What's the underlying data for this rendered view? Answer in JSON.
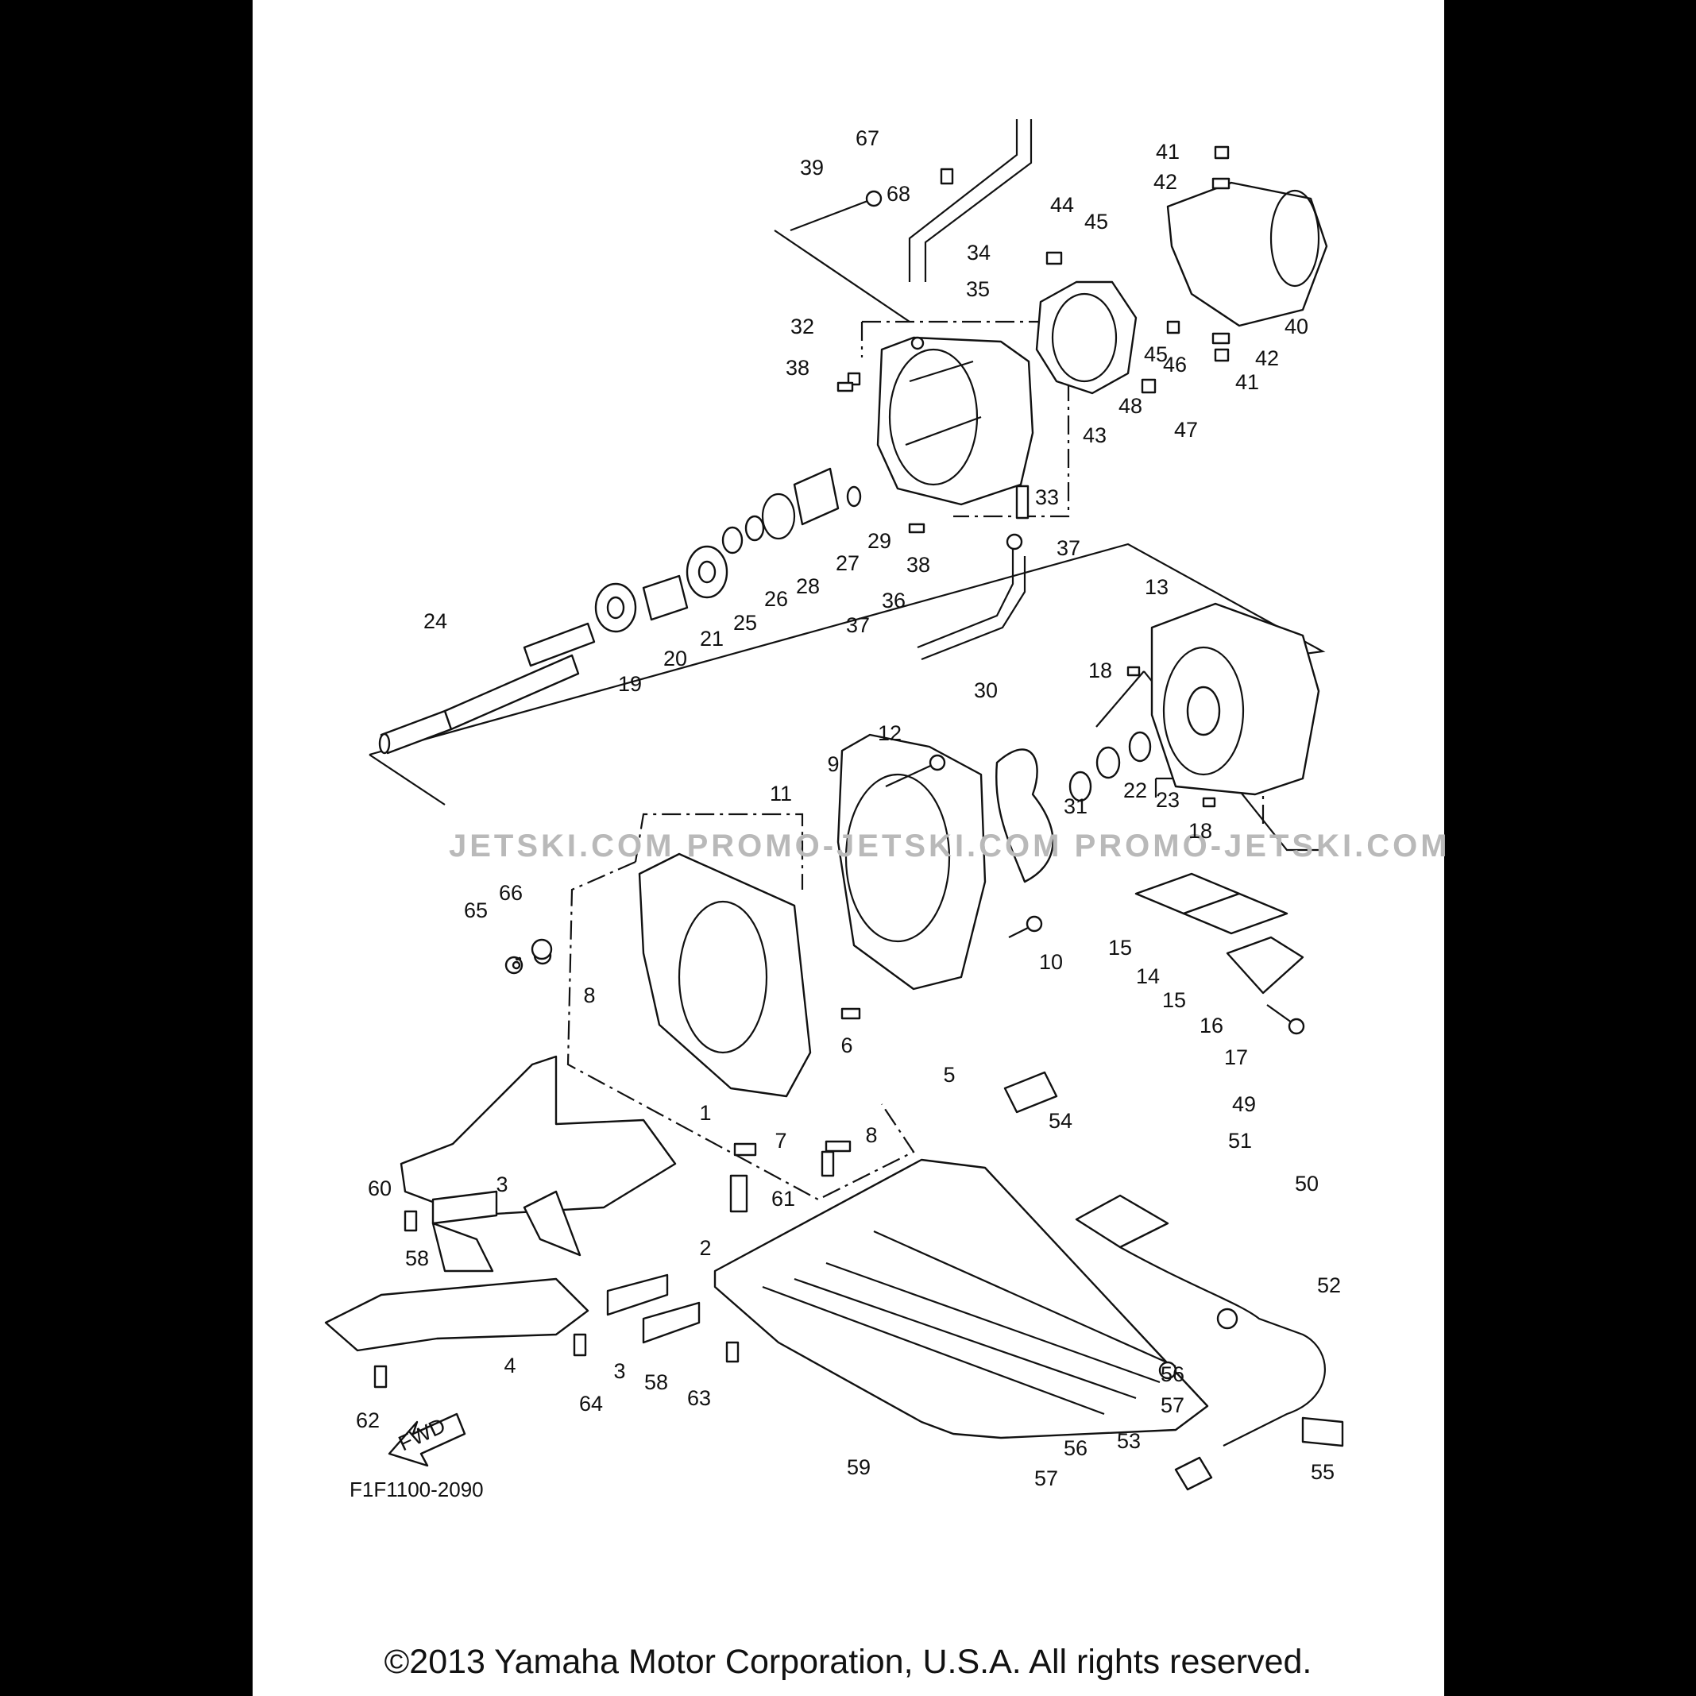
{
  "diagram": {
    "drawing_code": "F1F1100-2090",
    "direction_badge": "FWD",
    "watermark": "JETSKI.COM   PROMO-JETSKI.COM   PROMO-JETSKI.COM",
    "copyright": "©2013 Yamaha Motor Corporation, U.S.A. All rights reserved.",
    "part_numbers": [
      "1",
      "2",
      "3",
      "3",
      "4",
      "5",
      "6",
      "7",
      "8",
      "8",
      "9",
      "10",
      "11",
      "12",
      "13",
      "14",
      "15",
      "15",
      "16",
      "17",
      "18",
      "18",
      "19",
      "20",
      "21",
      "22",
      "23",
      "24",
      "25",
      "26",
      "27",
      "28",
      "29",
      "30",
      "31",
      "32",
      "33",
      "34",
      "35",
      "36",
      "37",
      "37",
      "38",
      "38",
      "39",
      "40",
      "41",
      "41",
      "42",
      "42",
      "43",
      "44",
      "45",
      "45",
      "46",
      "47",
      "48",
      "49",
      "50",
      "51",
      "52",
      "53",
      "54",
      "55",
      "56",
      "56",
      "57",
      "57",
      "58",
      "58",
      "59",
      "60",
      "61",
      "62",
      "63",
      "64",
      "65",
      "66",
      "67",
      "68"
    ]
  },
  "colors": {
    "background": "#000000",
    "sheet": "#ffffff",
    "ink": "#111111",
    "watermark": "#b9b9b9"
  }
}
